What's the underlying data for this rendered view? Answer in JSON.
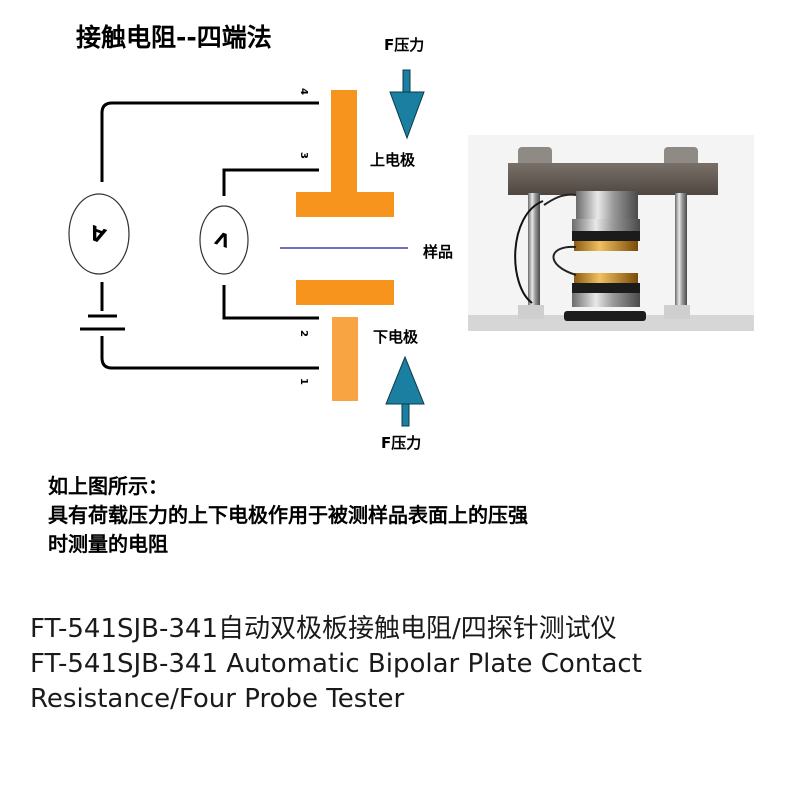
{
  "title": "接触电阻--四端法",
  "diagram": {
    "force_top_label": "F压力",
    "force_bottom_label": "F压力",
    "upper_electrode_label": "上电极",
    "lower_electrode_label": "下电极",
    "sample_label": "样品",
    "ammeter_symbol": "A",
    "voltmeter_symbol": "V",
    "terminals": [
      "1",
      "2",
      "3",
      "4"
    ],
    "colors": {
      "electrode_upper": "#F7941D",
      "electrode_lower": "#F9A443",
      "arrow": "#1A7FA0",
      "sample_line": "#1A1AA0",
      "wire": "#000000"
    }
  },
  "description": {
    "line1": "如上图所示：",
    "line2": "具有荷载压力的上下电极作用于被测样品表面上的压强",
    "line3": "时测量的电阻"
  },
  "product": {
    "line1": "FT-541SJB-341自动双极板接触电阻/四探针测试仪",
    "line2": "FT-541SJB-341 Automatic Bipolar Plate Contact",
    "line3": "Resistance/Four Probe Tester"
  },
  "photo": {
    "alt": "Bipolar plate contact resistance test fixture photo"
  }
}
